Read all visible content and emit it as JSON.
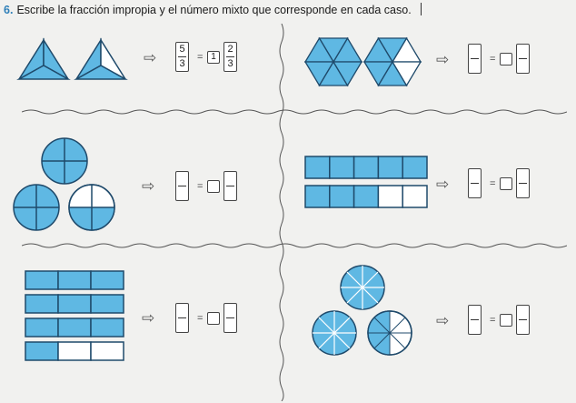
{
  "header": {
    "number": "6.",
    "instruction": "Escribe la fracción impropia y el número mixto que corresponde en cada caso."
  },
  "colors": {
    "shape_fill": "#5fb8e3",
    "shape_stroke": "#1f4a6b",
    "empty_fill": "#ffffff",
    "page_bg": "#f1f1ef",
    "title_number": "#2e7fb8"
  },
  "symbols": {
    "arrow": "⇨",
    "equals": "="
  },
  "exercises": [
    {
      "id": "triangles",
      "shape": "triangle",
      "shapes_count": 2,
      "parts_per_shape": 3,
      "shaded_parts": [
        3,
        2
      ],
      "answer": {
        "numerator": "5",
        "denominator": "3",
        "whole": "1",
        "frac_numerator": "2",
        "frac_denominator": "3"
      }
    },
    {
      "id": "hexagons",
      "shape": "hexagon",
      "shapes_count": 2,
      "parts_per_shape": 6,
      "shaded_parts": [
        6,
        4
      ],
      "answer": {
        "numerator": "",
        "denominator": "",
        "whole": "",
        "frac_numerator": "",
        "frac_denominator": ""
      }
    },
    {
      "id": "circles-quarters",
      "shape": "circle",
      "shapes_count": 3,
      "parts_per_shape": 4,
      "shaded_parts": [
        4,
        4,
        2
      ],
      "answer": {
        "numerator": "",
        "denominator": "",
        "whole": "",
        "frac_numerator": "",
        "frac_denominator": ""
      }
    },
    {
      "id": "bars-fifths",
      "shape": "bar",
      "shapes_count": 2,
      "parts_per_shape": 5,
      "shaded_parts": [
        5,
        3
      ],
      "answer": {
        "numerator": "",
        "denominator": "",
        "whole": "",
        "frac_numerator": "",
        "frac_denominator": ""
      }
    },
    {
      "id": "bars-thirds",
      "shape": "bar",
      "shapes_count": 4,
      "parts_per_shape": 3,
      "shaded_parts": [
        3,
        3,
        3,
        1
      ],
      "answer": {
        "numerator": "",
        "denominator": "",
        "whole": "",
        "frac_numerator": "",
        "frac_denominator": ""
      }
    },
    {
      "id": "circles-eighths",
      "shape": "circle",
      "shapes_count": 3,
      "parts_per_shape": 8,
      "shaded_parts": [
        8,
        8,
        4
      ],
      "answer": {
        "numerator": "",
        "denominator": "",
        "whole": "",
        "frac_numerator": "",
        "frac_denominator": ""
      }
    }
  ]
}
